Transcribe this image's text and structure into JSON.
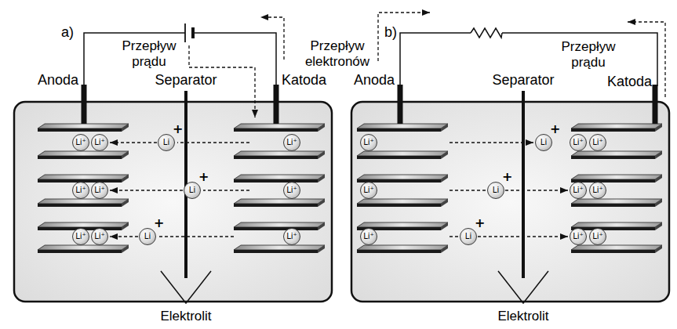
{
  "diagram": {
    "nodes": [
      {
        "text": [
          "Li⁺"
        ]
      },
      {
        "text": [
          "Li⁺"
        ]
      },
      {
        "text": [
          "Li⁺"
        ]
      },
      {
        "text": [
          "Li⁺"
        ]
      },
      {
        "text": [
          "Li⁺"
        ]
      },
      {
        "text": [
          "Li⁺"
        ]
      },
      {
        "text": [
          "Li",
          "+"
        ]
      },
      {
        "text": [
          "Li",
          "+"
        ]
      },
      {
        "text": [
          "Li",
          "+"
        ]
      },
      {
        "text": [
          "Li⁺"
        ]
      },
      {
        "text": [
          "Li⁺"
        ]
      },
      {
        "text": [
          "Li⁺"
        ]
      },
      {
        "text": [
          "Li⁺"
        ]
      },
      {
        "text": [
          "Li⁺"
        ]
      },
      {
        "text": [
          "Li⁺"
        ]
      },
      {
        "text": [
          "Li",
          "+"
        ]
      },
      {
        "text": [
          "Li",
          "+"
        ]
      },
      {
        "text": [
          "Li",
          "+"
        ]
      },
      {
        "text": [
          "Li⁺"
        ]
      },
      {
        "text": [
          "Li⁺"
        ]
      },
      {
        "text": [
          "Li⁺"
        ]
      },
      {
        "text": [
          "Li⁺"
        ]
      },
      {
        "text": [
          "Li⁺"
        ]
      },
      {
        "text": [
          "Li⁺"
        ]
      }
    ],
    "edges": [
      {
        "from": 6,
        "to": 1,
        "arrow": "to"
      },
      {
        "from": 7,
        "to": 3,
        "arrow": "to"
      },
      {
        "from": 8,
        "to": 5,
        "arrow": "to"
      },
      {
        "from": 16,
        "to": 20,
        "arrow": "to"
      },
      {
        "from": 17,
        "to": 22,
        "arrow": "to"
      }
    ],
    "labels": [
      "a)",
      "Przepływ prądu",
      "Anoda",
      "Separator",
      "Katoda",
      "Elektrolit",
      "b)",
      "Przepływ elektronów",
      "Przepływ prądu",
      "Anoda",
      "Separator",
      "Katoda",
      "Elektrolit"
    ]
  }
}
